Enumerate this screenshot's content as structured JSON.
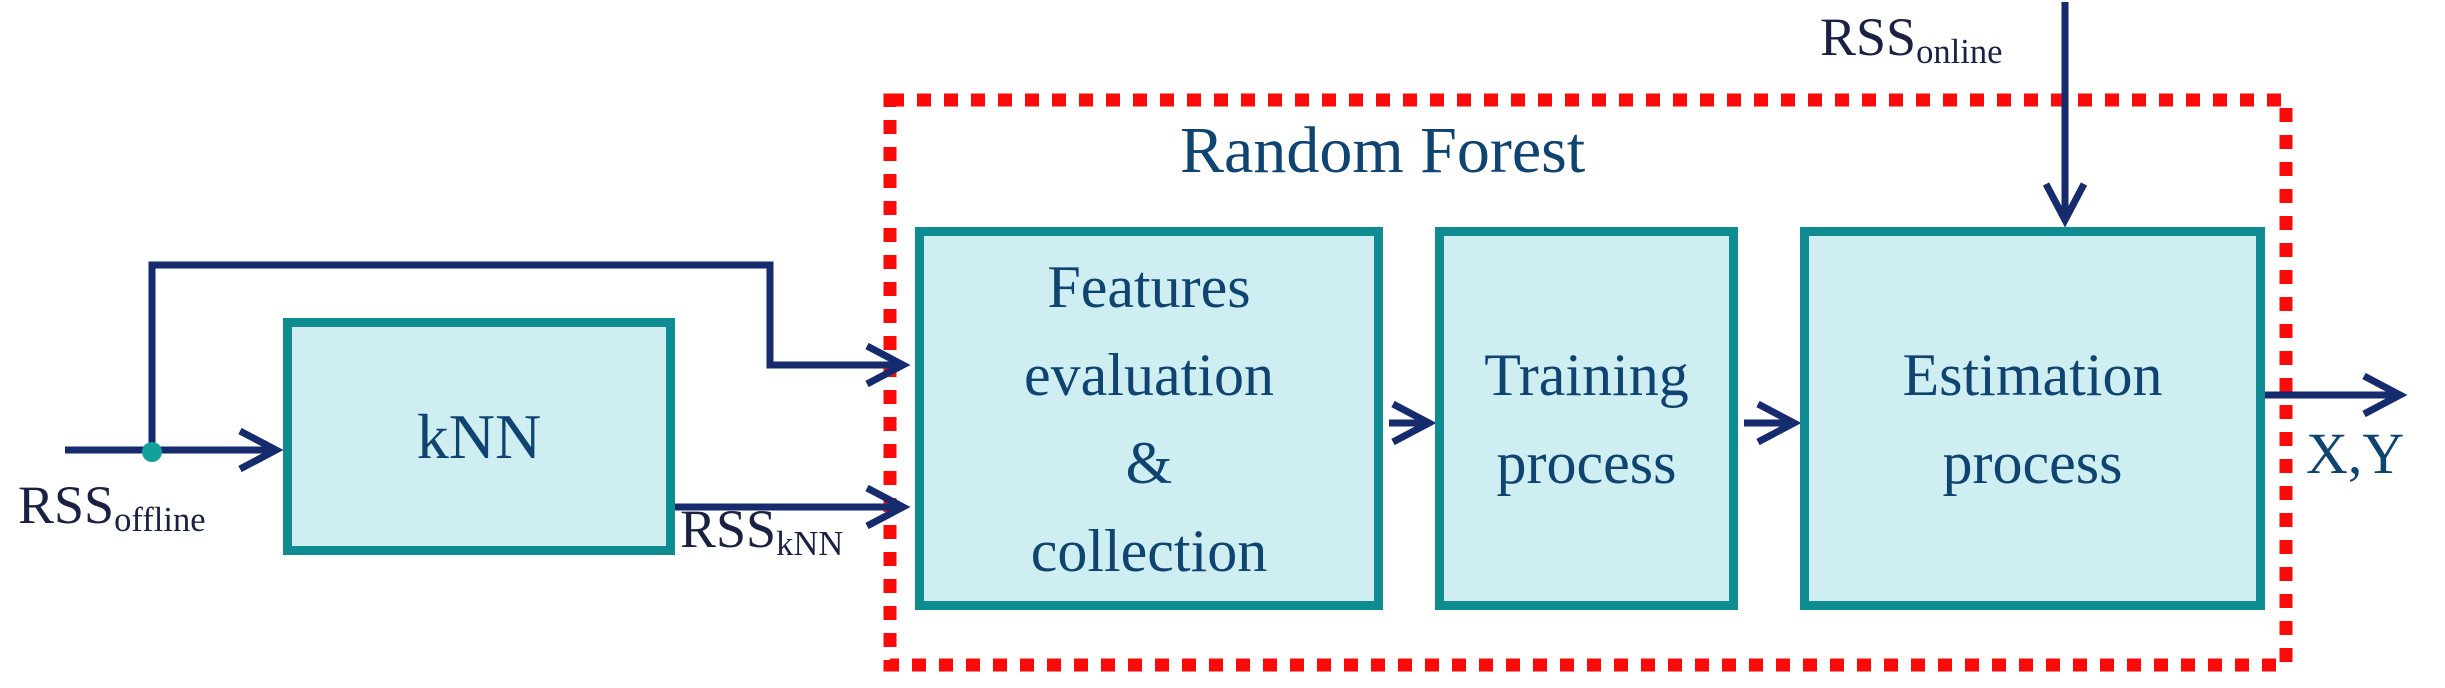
{
  "colors": {
    "line_navy": "#162a6e",
    "box_border_teal": "#0e8c92",
    "box_fill_cyan": "#cfeef2",
    "container_border_red": "#fb0a0a",
    "text_navy": "#0f4470",
    "label_dark_navy": "#1a2142",
    "junction_dot_teal": "#12a19a",
    "background": "#ffffff"
  },
  "container": {
    "title": "Random Forest"
  },
  "nodes": {
    "knn": {
      "label": "kNN"
    },
    "features": {
      "lines": [
        "Features",
        "evaluation",
        "&",
        "collection"
      ]
    },
    "training": {
      "lines": [
        "Training",
        "process"
      ]
    },
    "estimation": {
      "lines": [
        "Estimation",
        "process"
      ]
    }
  },
  "labels": {
    "rss_offline": {
      "base": "RSS",
      "sub": "offline"
    },
    "rss_knn": {
      "base": "RSS",
      "sub": "kNN"
    },
    "rss_online": {
      "base": "RSS",
      "sub": "online"
    },
    "output": "X,Y"
  }
}
